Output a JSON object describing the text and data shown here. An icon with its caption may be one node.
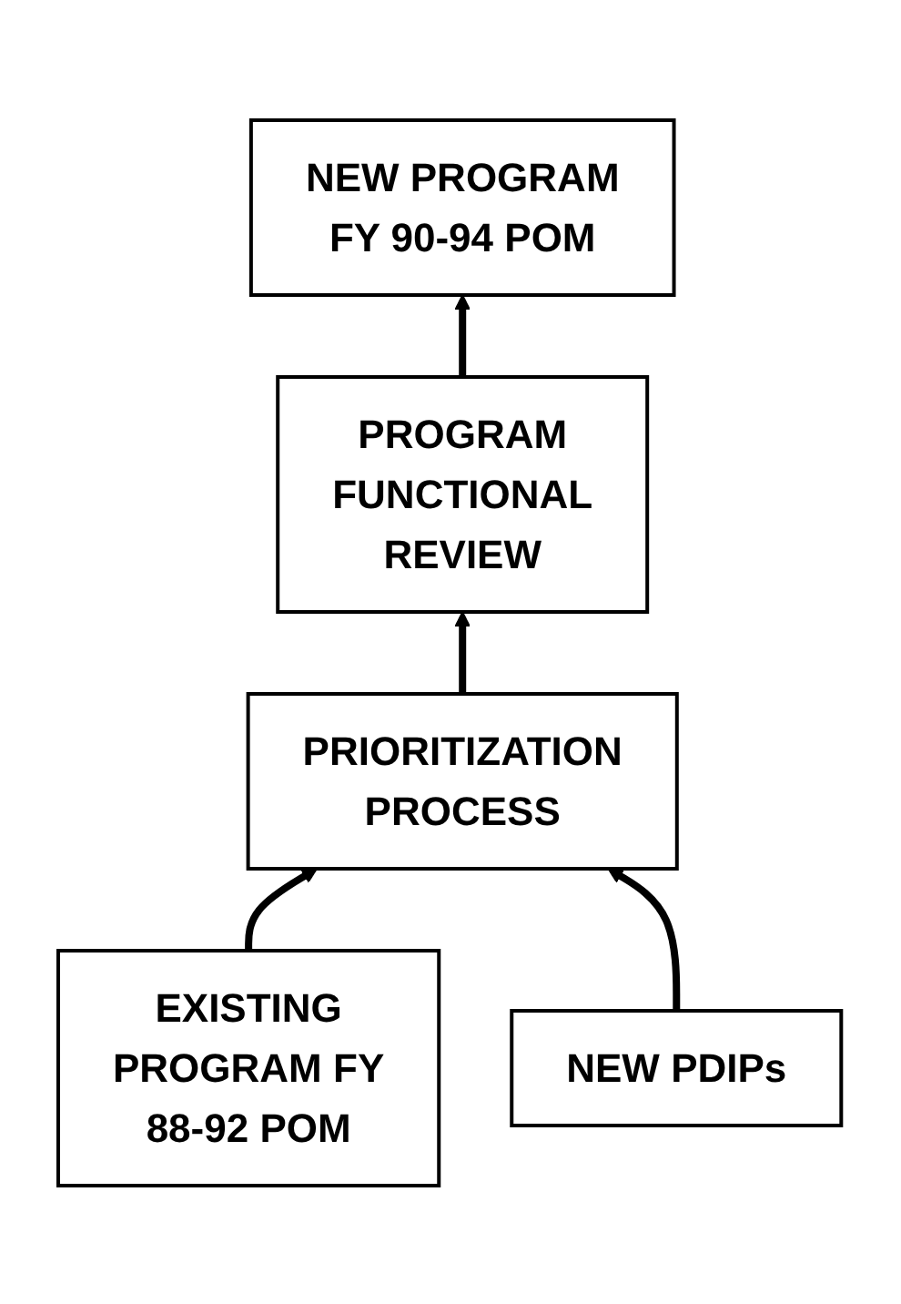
{
  "diagram": {
    "nodes": [
      {
        "text": [
          "NEW PROGRAM FY 90-94 POM"
        ]
      },
      {
        "text": [
          "PROGRAM FUNCTIONAL REVIEW"
        ]
      },
      {
        "text": [
          "PRIORITIZATION PROCESS"
        ]
      },
      {
        "text": [
          "NEW PDIPs"
        ]
      },
      {
        "text": [
          "EXISTING PROGRAM FY 88-92 POM"
        ]
      }
    ],
    "edges": [
      {
        "from": 1,
        "to": 0,
        "arrow": "to"
      },
      {
        "from": 2,
        "to": 1,
        "arrow": "to"
      },
      {
        "from": 4,
        "to": 2,
        "arrow": "to"
      },
      {
        "from": 3,
        "to": 2,
        "arrow": "to"
      }
    ]
  }
}
